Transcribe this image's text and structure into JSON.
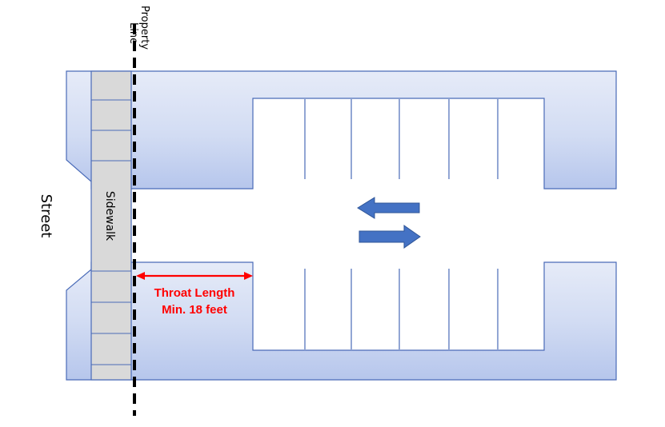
{
  "labels": {
    "property_line_1": "Property",
    "property_line_2": "Line",
    "street": "Street",
    "sidewalk": "Sidewalk",
    "throat_line_1": "Throat Length",
    "throat_line_2": "Min. 18 feet"
  },
  "colors": {
    "lot_fill_dark": "#b6c6ec",
    "lot_fill_light": "#e6ebf8",
    "outline": "#4a6bb8",
    "sidewalk_fill": "#d9d9d9",
    "property_line": "#000000",
    "arrow_blue": "#4472c4",
    "dimension_red": "#ff0000"
  },
  "icons": {
    "traffic_left": "arrow-left-icon",
    "traffic_right": "arrow-right-icon",
    "dimension": "double-arrow-icon"
  }
}
